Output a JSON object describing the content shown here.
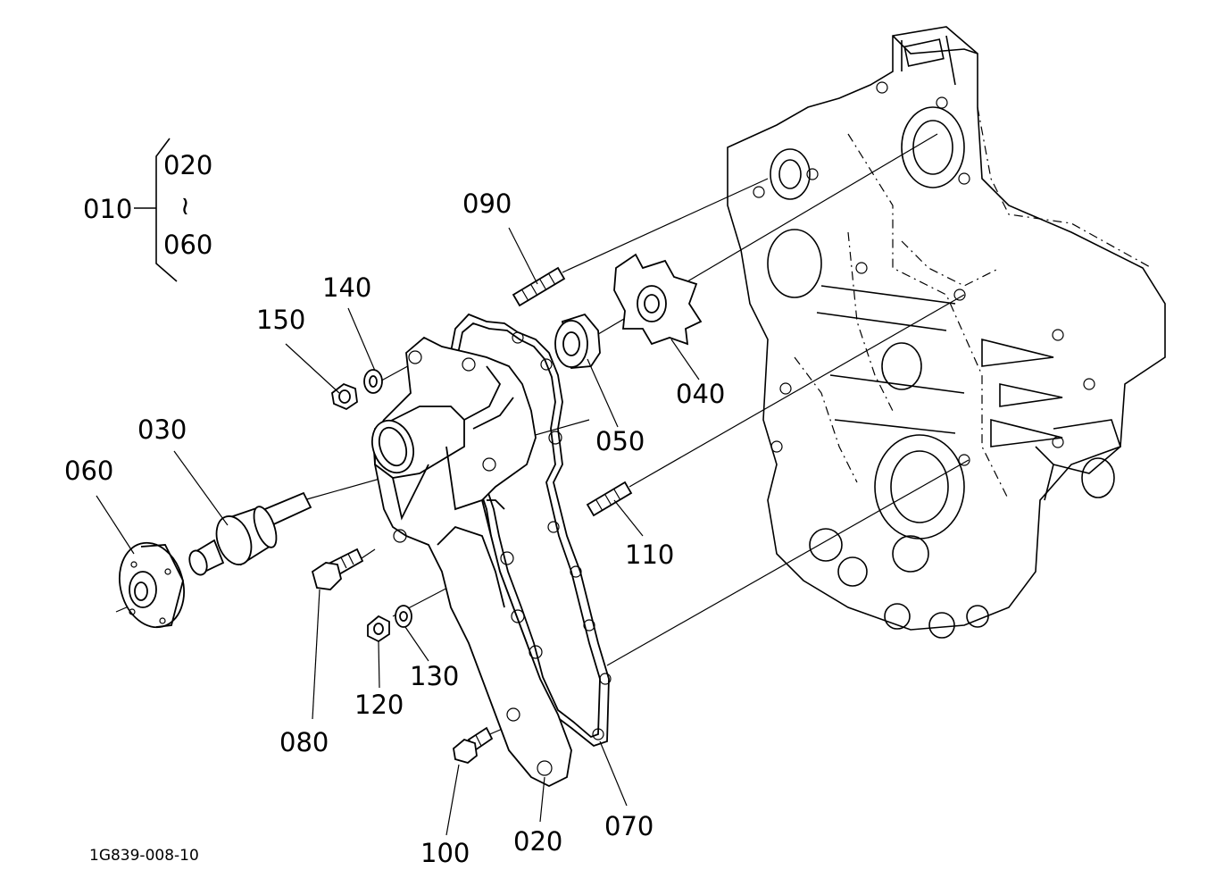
{
  "diagram": {
    "drawing_code": "1G839-008-10",
    "group": {
      "parent": "010",
      "from": "020",
      "separator": "≀",
      "to": "060"
    },
    "callouts": [
      "090",
      "140",
      "150",
      "030",
      "060",
      "050",
      "040",
      "110",
      "080",
      "120",
      "130",
      "100",
      "020",
      "070"
    ]
  }
}
